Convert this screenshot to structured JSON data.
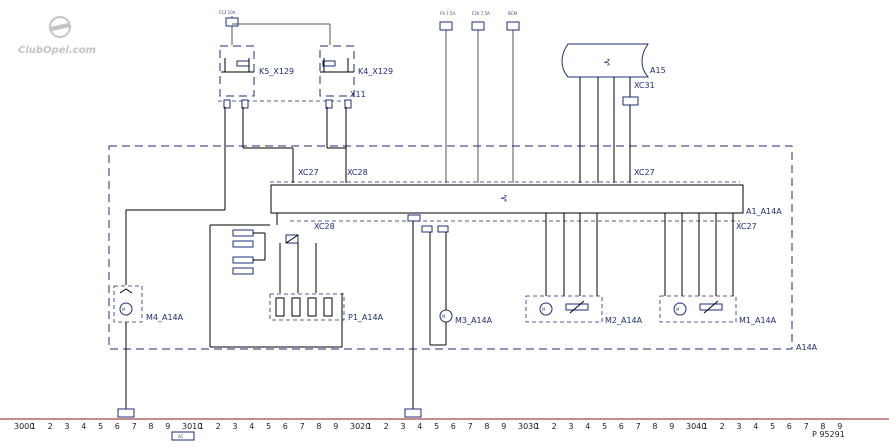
{
  "watermark": "ClubOpel.com",
  "components": {
    "k5": "K5_X129",
    "k4": "K4_X129",
    "x11": "X11",
    "a15": "A15",
    "xc31": "XC31",
    "xc27_left": "XC27",
    "xc28_top": "XC28",
    "xc27_right": "XC27",
    "a1": "A1_A14A",
    "xc28_bottom": "XC28",
    "xc27_bottom": "XC27",
    "m4": "M4_A14A",
    "p1": "P1_A14A",
    "m3": "M3_A14A",
    "m2": "M2_A14A",
    "m1": "M1_A14A",
    "a14a": "A14A",
    "ref": "P 95291"
  },
  "ruler": {
    "labels": [
      "3000",
      "1",
      "2",
      "3",
      "4",
      "5",
      "6",
      "7",
      "8",
      "9",
      "3010",
      "1",
      "2",
      "3",
      "4",
      "5",
      "6",
      "7",
      "8",
      "9",
      "3020",
      "1",
      "2",
      "3",
      "4",
      "5",
      "6",
      "7",
      "8",
      "9",
      "3030",
      "1",
      "2",
      "3",
      "4",
      "5",
      "6",
      "7",
      "8",
      "9",
      "3040",
      "1",
      "2",
      "3",
      "4",
      "5",
      "6",
      "7",
      "8",
      "9"
    ],
    "marker": "AC"
  }
}
